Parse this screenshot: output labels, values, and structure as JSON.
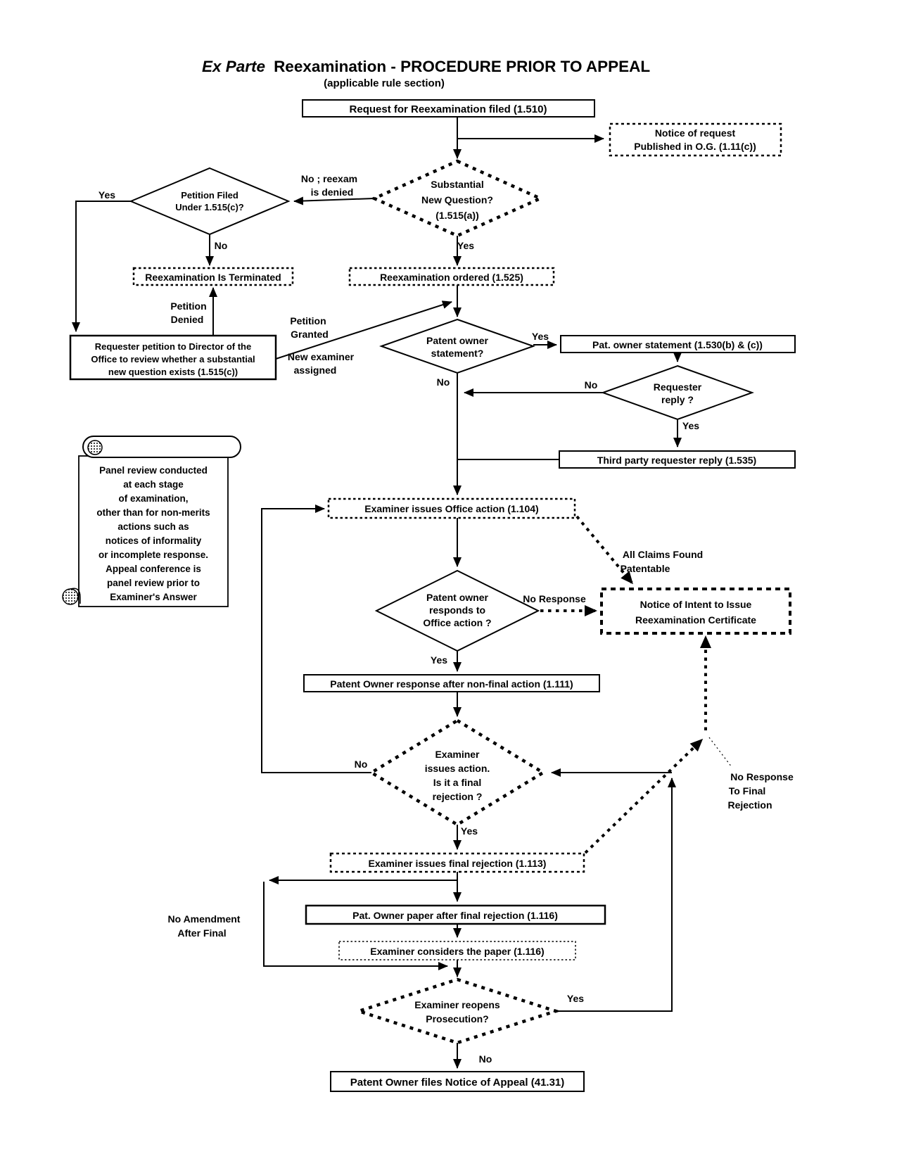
{
  "title": {
    "italic": "Ex Parte",
    "rest": "Reexamination - PROCEDURE PRIOR TO APPEAL",
    "subtitle": "(applicable rule section)"
  },
  "nodes": {
    "request": {
      "label": "Request for Reexamination filed  (1.510)"
    },
    "notice_og": {
      "lines": [
        "Notice of request",
        "Published in O.G.  (1.11(c))"
      ]
    },
    "substantial_q": {
      "lines": [
        "Substantial",
        "New Question?",
        "(1.515(a))"
      ]
    },
    "petition_filed_q": {
      "lines": [
        "Petition Filed",
        "Under 1.515(c)?"
      ]
    },
    "terminated": {
      "label": "Reexamination Is Terminated"
    },
    "ordered": {
      "label": "Reexamination ordered  (1.525)"
    },
    "requester_petition": {
      "lines": [
        "Requester petition to Director of the",
        "Office to review  whether a substantial",
        "new question exists (1.515(c))"
      ]
    },
    "owner_statement_q": {
      "lines": [
        "Patent owner",
        "statement?"
      ]
    },
    "owner_statement": {
      "label": "Pat. owner statement  (1.530(b) & (c))"
    },
    "requester_reply_q": {
      "lines": [
        "Requester",
        "reply ?"
      ]
    },
    "third_party_reply": {
      "label": "Third party requester reply  (1.535)"
    },
    "office_action": {
      "label": "Examiner issues Office action  (1.104)"
    },
    "responds_q": {
      "lines": [
        "Patent owner",
        "responds  to",
        "Office action ?"
      ]
    },
    "notice_intent": {
      "lines": [
        "Notice of Intent to Issue",
        "Reexamination Certificate"
      ]
    },
    "owner_response": {
      "label": "Patent Owner response after non-final action  (1.111)"
    },
    "final_rejection_q": {
      "lines": [
        "Examiner",
        "issues action.",
        "Is it a final",
        "rejection ?"
      ]
    },
    "final_rejection": {
      "label": "Examiner issues final rejection (1.113)"
    },
    "owner_paper": {
      "label": "Pat. Owner paper after final rejection  (1.116)"
    },
    "considers_paper": {
      "label": "Examiner considers the paper (1.116)"
    },
    "reopens_q": {
      "lines": [
        "Examiner reopens",
        "Prosecution?"
      ]
    },
    "appeal": {
      "label": "Patent Owner files Notice of Appeal (41.31)"
    }
  },
  "note": {
    "lines": [
      "Panel review conducted",
      "at each stage",
      "of examination,",
      "other than for non-merits",
      "actions such as",
      "notices of informality",
      "or incomplete response.",
      "Appeal conference is",
      "panel review prior to",
      "Examiner's Answer"
    ]
  },
  "labels": {
    "yes_petition": "Yes",
    "no_reexam_1": "No ; reexam",
    "no_reexam_2": "is denied",
    "no_petition": "No",
    "yes_substantial": "Yes",
    "petition_denied_1": "Petition",
    "petition_denied_2": "Denied",
    "petition_granted_1": "Petition",
    "petition_granted_2": "Granted",
    "new_examiner_1": "New examiner",
    "new_examiner_2": "assigned",
    "yes_statement": "Yes",
    "no_statement": "No",
    "no_reply": "No",
    "yes_reply": "Yes",
    "all_claims_1": "All Claims Found",
    "all_claims_2": "Patentable",
    "no_response": "No Response",
    "yes_responds": "Yes",
    "no_final": "No",
    "yes_final": "Yes",
    "no_resp_final_1": "No Response",
    "no_resp_final_2": "To Final",
    "no_resp_final_3": "Rejection",
    "no_amendment_1": "No Amendment",
    "no_amendment_2": "After Final",
    "yes_reopens": "Yes",
    "no_reopens": "No"
  },
  "colors": {
    "ink": "#000000",
    "background": "#ffffff"
  }
}
